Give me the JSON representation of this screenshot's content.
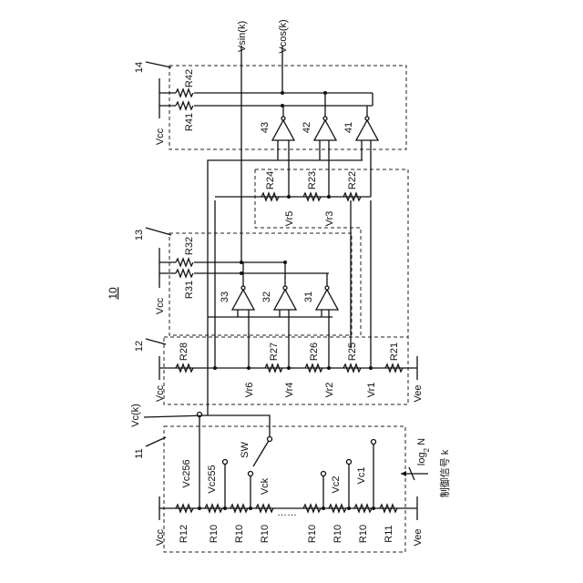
{
  "figure": {
    "title": "10",
    "blocks": {
      "b11": "11",
      "b12": "12",
      "b13": "13",
      "b14": "14"
    },
    "outputs": {
      "vsin": "Vsin(k)",
      "vcos": "Vcos(k)",
      "vc": "Vc(k)"
    },
    "supplies": {
      "vcc": "Vcc",
      "vee": "Vee"
    },
    "resistors": {
      "r12": "R12",
      "r10": "R10",
      "r11": "R11",
      "r28": "R28",
      "r27": "R27",
      "r26": "R26",
      "r25": "R25",
      "r21": "R21",
      "r31": "R31",
      "r32": "R32",
      "r24": "R24",
      "r23": "R23",
      "r22": "R22",
      "r41": "R41",
      "r42": "R42"
    },
    "amplifiers": {
      "a31": "31",
      "a32": "32",
      "a33": "33",
      "a41": "41",
      "a42": "42",
      "a43": "43"
    },
    "taps": {
      "vc256": "Vc256",
      "vc255": "Vc255",
      "vck": "Vck",
      "vc2": "Vc2",
      "vc1": "Vc1",
      "vr1": "Vr1",
      "vr2": "Vr2",
      "vr3": "Vr3",
      "vr4": "Vr4",
      "vr5": "Vr5",
      "vr6": "Vr6"
    },
    "switch": "SW",
    "ellipsis": "……",
    "control_signal": "制御信号 k",
    "control_bits_pre": "log",
    "control_bits_sub": "2",
    "control_bits_post": " N"
  }
}
